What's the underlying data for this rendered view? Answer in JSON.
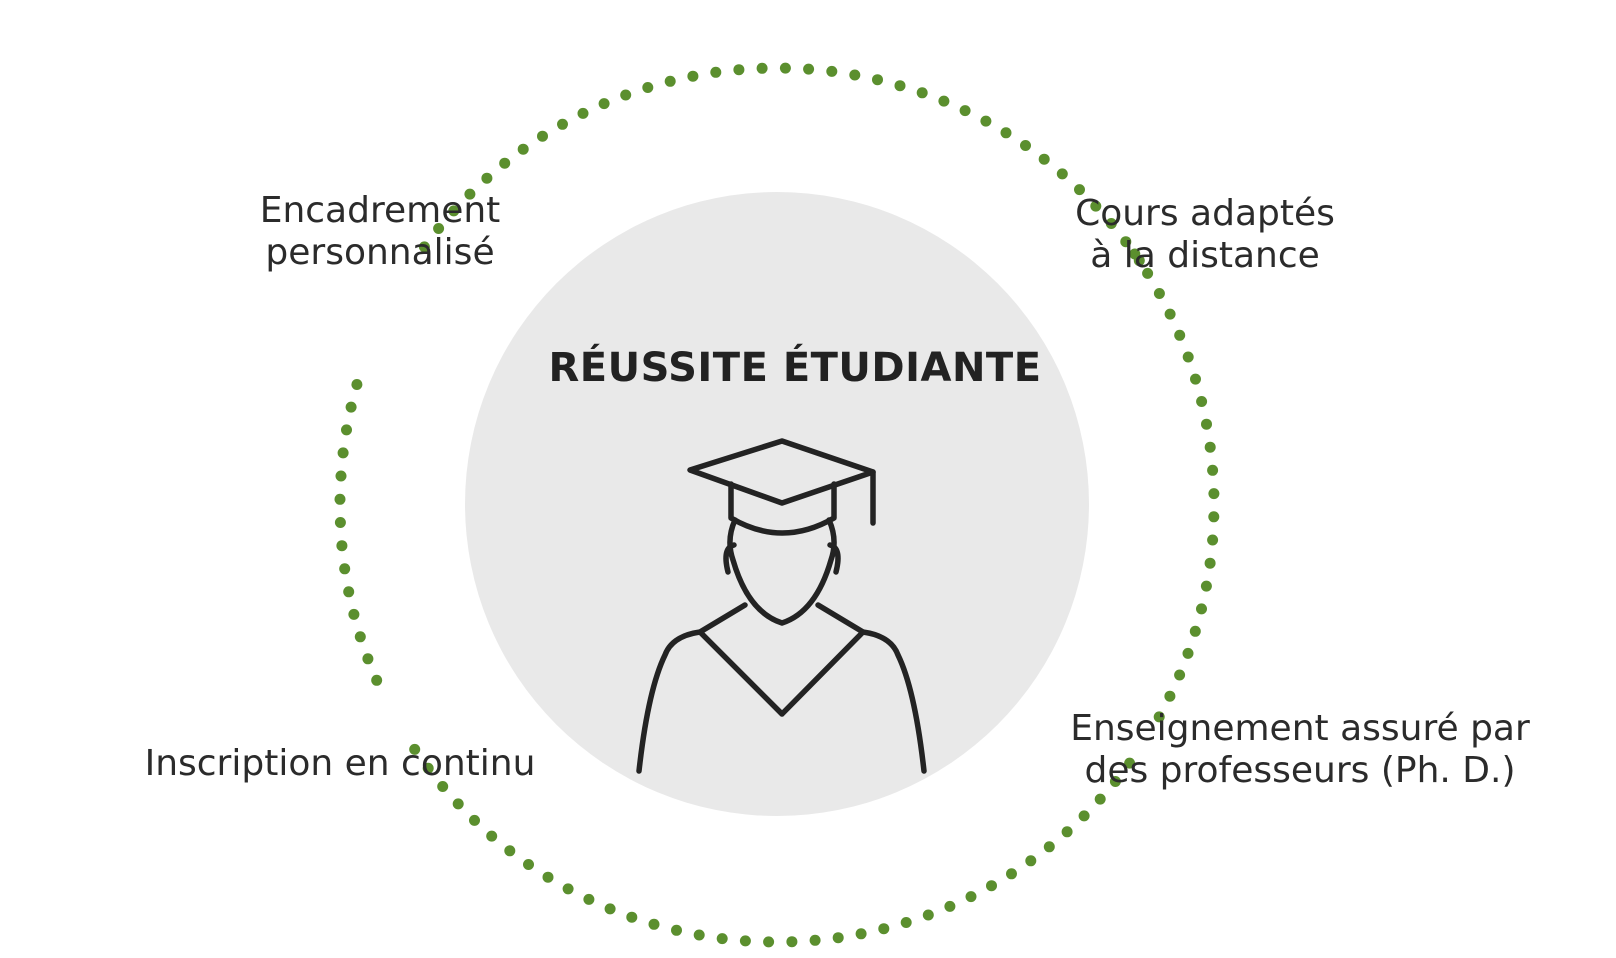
{
  "diagram": {
    "center_title": "RÉUSSITE ÉTUDIANTE",
    "labels": {
      "top_left": [
        "Encadrement",
        "personnalisé"
      ],
      "top_right": [
        "Cours adaptés",
        "à la distance"
      ],
      "bottom_left": [
        "Inscription en continu"
      ],
      "bottom_right": [
        "Enseignement assuré par",
        "des professeurs (Ph. D.)"
      ]
    },
    "icon": "graduate-icon",
    "colors": {
      "dots": "#5b8f2e",
      "center_circle": "#e9e9e9",
      "text": "#2b2b2b",
      "icon_stroke": "#232323"
    }
  }
}
